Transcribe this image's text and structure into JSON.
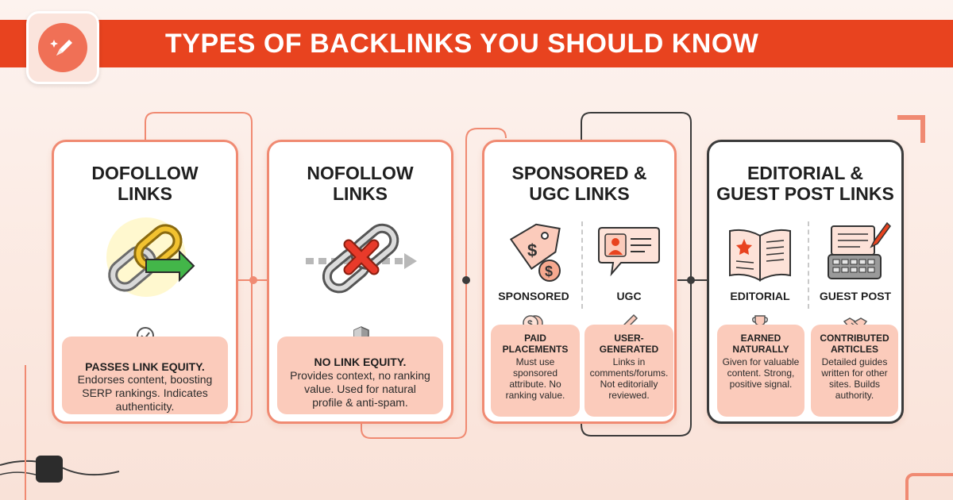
{
  "header": {
    "title": "TYPES OF BACKLINKS YOU SHOULD KNOW",
    "logo_icon": "pen-sparkle-icon"
  },
  "colors": {
    "accent": "#e8431f",
    "card_border": "#f08a72",
    "panel_fill": "#fbcbbb",
    "background": "#fbeee8"
  },
  "cards": [
    {
      "title": "DOFOLLOW\nLINKS",
      "illustration": "chain-link-arrow-icon",
      "badge_icon": "checkmark-circle-icon",
      "panel_title": "PASSES LINK EQUITY.",
      "panel_text": "Endorses content, boosting\nSERP rankings. Indicates\nauthenticity."
    },
    {
      "title": "NOFOLLOW\nLINKS",
      "illustration": "broken-chain-x-icon",
      "badge_icon": "shield-icon",
      "panel_title": "NO LINK EQUITY.",
      "panel_text": "Provides context, no ranking\nvalue. Used for natural\nprofile & anti-spam."
    },
    {
      "title": "SPONSORED &\nUGC LINKS",
      "left": {
        "label": "SPONSORED",
        "illustration": "price-tag-dollar-icon",
        "badge_icon": "coins-icon",
        "panel_title": "PAID\nPLACEMENTS",
        "panel_text": "Must use\nsponsored\nattribute. No\nranking value."
      },
      "right": {
        "label": "UGC",
        "illustration": "user-chat-bubble-icon",
        "badge_icon": "pencil-icon",
        "panel_title": "USER-\nGENERATED",
        "panel_text": "Links in\ncomments/forums.\nNot editorially\nreviewed."
      }
    },
    {
      "title": "EDITORIAL &\nGUEST POST LINKS",
      "left": {
        "label": "EDITORIAL",
        "illustration": "open-book-star-icon",
        "badge_icon": "trophy-icon",
        "panel_title": "EARNED\nNATURALLY",
        "panel_text": "Given for valuable\ncontent. Strong,\npositive signal."
      },
      "right": {
        "label": "GUEST POST",
        "illustration": "typewriter-pen-icon",
        "badge_icon": "handshake-icon",
        "panel_title": "CONTRIBUTED\nARTICLES",
        "panel_text": "Detailed guides\nwritten for other\nsites. Builds\nauthority."
      }
    }
  ]
}
